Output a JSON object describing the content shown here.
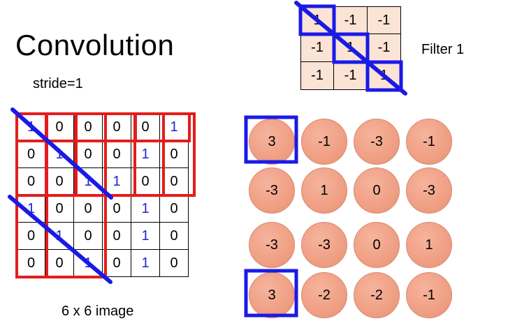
{
  "title": "Convolution",
  "stride_label": "stride=1",
  "filter_label": "Filter 1",
  "image_caption": "6 x 6 image",
  "image": [
    [
      "1",
      "0",
      "0",
      "0",
      "0",
      "1"
    ],
    [
      "0",
      "1",
      "0",
      "0",
      "1",
      "0"
    ],
    [
      "0",
      "0",
      "1",
      "1",
      "0",
      "0"
    ],
    [
      "1",
      "0",
      "0",
      "0",
      "1",
      "0"
    ],
    [
      "0",
      "1",
      "0",
      "0",
      "1",
      "0"
    ],
    [
      "0",
      "0",
      "1",
      "0",
      "1",
      "0"
    ]
  ],
  "image_blue_ones": true,
  "filter": [
    [
      "1",
      "-1",
      "-1"
    ],
    [
      "-1",
      "1",
      "-1"
    ],
    [
      "-1",
      "-1",
      "1"
    ]
  ],
  "feature_map": [
    [
      "3",
      "-1",
      "-3",
      "-1"
    ],
    [
      "-3",
      "1",
      "0",
      "-3"
    ],
    [
      "-3",
      "-3",
      "0",
      "1"
    ],
    [
      "3",
      "-2",
      "-2",
      "-1"
    ]
  ],
  "colors": {
    "window_outline": "#e51c1c",
    "highlight_outline": "#1a1ae6",
    "diagonal_line": "#1a1ae6",
    "filter_fill": "#fbe3d6",
    "circle_fill": "#f0a186",
    "one_digit": "#2222cc"
  }
}
